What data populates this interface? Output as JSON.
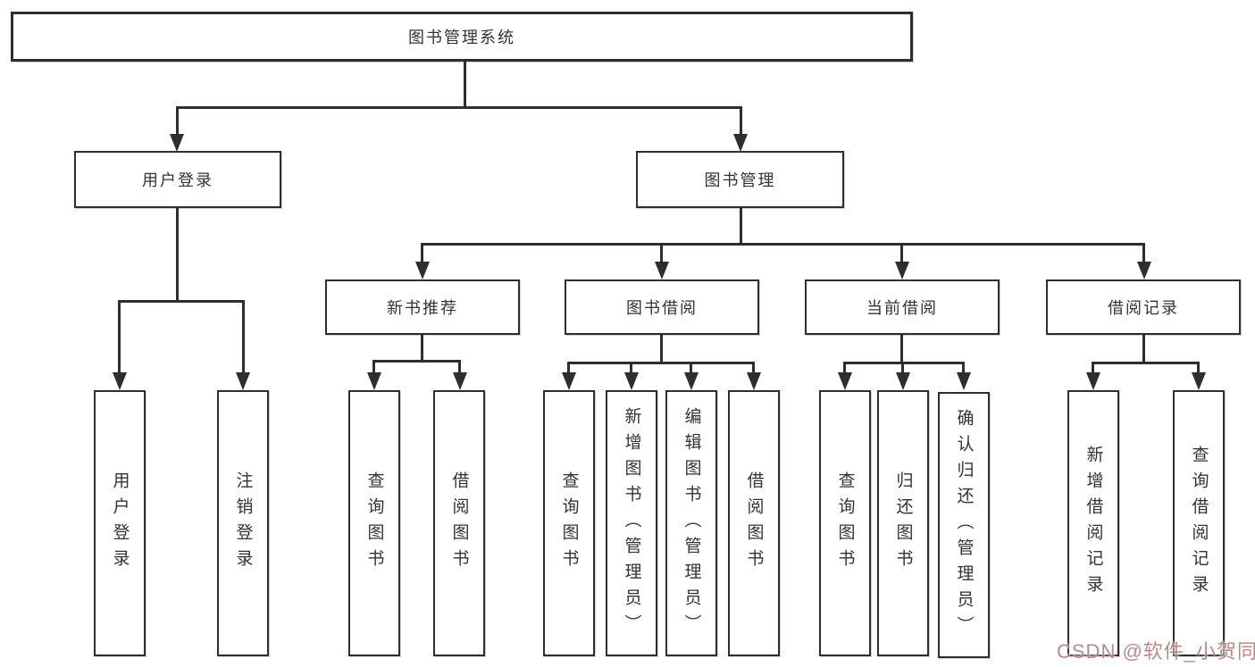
{
  "tree": {
    "root": "图书管理系统",
    "user_login": {
      "label": "用户登录",
      "children": {
        "login": "用户登录",
        "logout": "注销登录"
      }
    },
    "book_mgmt": {
      "label": "图书管理",
      "sections": {
        "new_book_rec": {
          "label": "新书推荐",
          "children": {
            "query": "查询图书",
            "borrow": "借阅图书"
          }
        },
        "book_borrow": {
          "label": "图书借阅",
          "children": {
            "query": "查询图书",
            "add": "新增图书（管理员）",
            "edit": "编辑图书（管理员）",
            "borrow": "借阅图书"
          }
        },
        "current_borrow": {
          "label": "当前借阅",
          "children": {
            "query": "查询图书",
            "return": "归还图书",
            "confirm_return": "确认归还（管理员）"
          }
        },
        "borrow_records": {
          "label": "借阅记录",
          "children": {
            "add": "新增借阅记录",
            "query": "查询借阅记录"
          }
        }
      }
    }
  },
  "watermark": "CSDN @软件_小贺同学",
  "colors": {
    "line": "#2e2e2e",
    "text": "#333333",
    "background": "#ffffff",
    "watermark": "#b27373"
  }
}
